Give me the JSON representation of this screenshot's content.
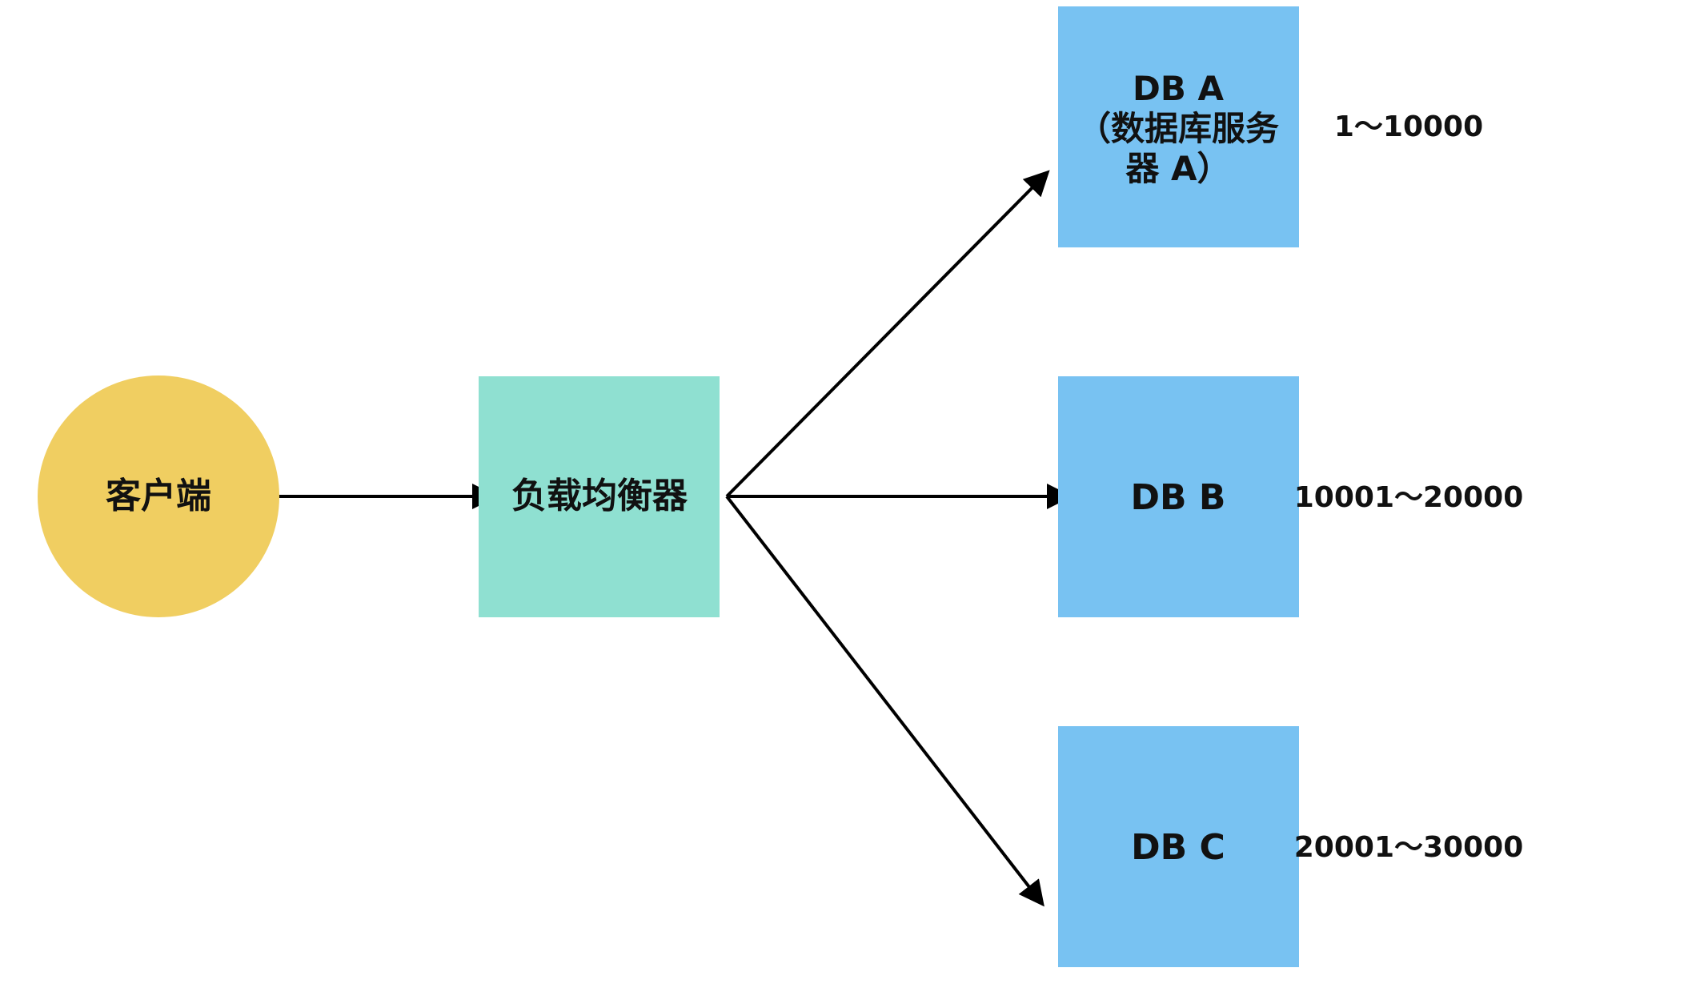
{
  "colors": {
    "client": "#F0CE61",
    "load_balancer": "#8FE0D1",
    "database": "#78C2F2",
    "arrow": "#000000",
    "text": "#111111",
    "background": "#FFFFFF"
  },
  "nodes": {
    "client": {
      "label": "客户端"
    },
    "load_balancer": {
      "label": "负载均衡器"
    },
    "db_a": {
      "line1": "DB A",
      "line2": "（数据库服务",
      "line3": "器 A）",
      "range": "1～10000"
    },
    "db_b": {
      "label": "DB B",
      "range": "10001～20000"
    },
    "db_c": {
      "label": "DB C",
      "range": "20001～30000"
    }
  }
}
